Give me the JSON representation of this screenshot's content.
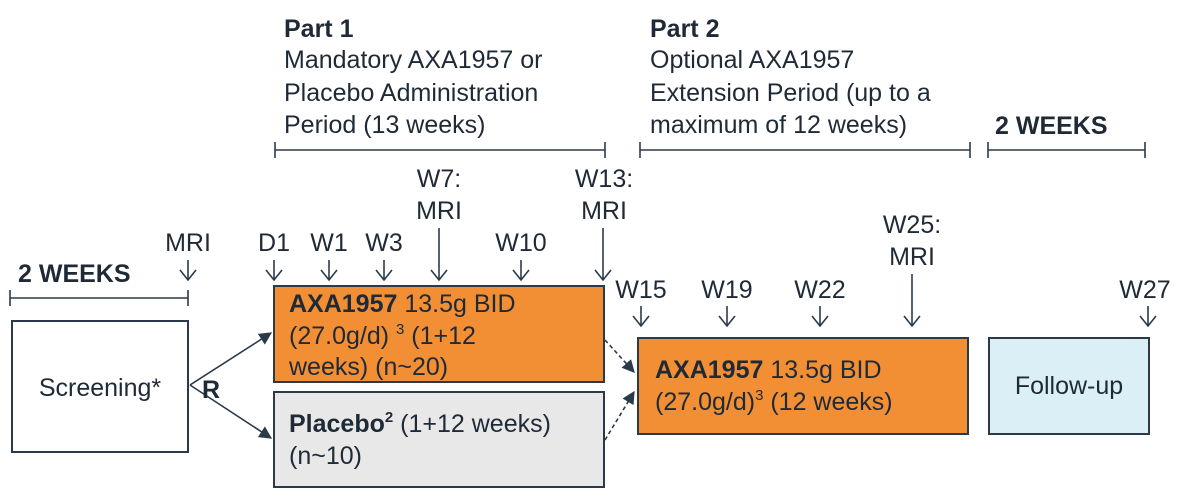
{
  "colors": {
    "line": "#2b3a4a",
    "study_drug": "#f28f35",
    "placebo": "#e8e8e8",
    "followup": "#dbeff6",
    "screening": "#ffffff"
  },
  "part1": {
    "heading": "Part 1",
    "line1": "Mandatory AXA1957 or",
    "line2": "Placebo Administration",
    "line3": "Period (13 weeks)"
  },
  "part2": {
    "heading": "Part 2",
    "line1": "Optional AXA1957",
    "line2": "Extension Period (up to a",
    "line3": "maximum of 12 weeks)"
  },
  "screening_period": {
    "label": "2 WEEKS"
  },
  "followup_period": {
    "label": "2 WEEKS"
  },
  "timepoints": {
    "mri_screen": "MRI",
    "d1": "D1",
    "w1": "W1",
    "w3": "W3",
    "w7_a": "W7:",
    "w7_b": "MRI",
    "w10": "W10",
    "w13_a": "W13:",
    "w13_b": "MRI",
    "w15": "W15",
    "w19": "W19",
    "w22": "W22",
    "w25_a": "W25:",
    "w25_b": "MRI",
    "w27": "W27"
  },
  "boxes": {
    "screening": "Screening*",
    "randomization": "R",
    "axa_part1": {
      "drug": "AXA1957",
      "dose": " 13.5g BID",
      "line2_a": "(27.0g/d) ",
      "line2_sup": "3",
      "line2_b": " (1+12",
      "line3": "weeks) (n~20)"
    },
    "placebo": {
      "drug": "Placebo",
      "sup": "2",
      "rest": " (1+12 weeks)",
      "line2": "(n~10)"
    },
    "axa_part2": {
      "drug": "AXA1957",
      "dose": " 13.5g BID",
      "line2_a": "(27.0g/d)",
      "line2_sup": "3",
      "line2_b": " (12 weeks)"
    },
    "followup": "Follow-up"
  }
}
